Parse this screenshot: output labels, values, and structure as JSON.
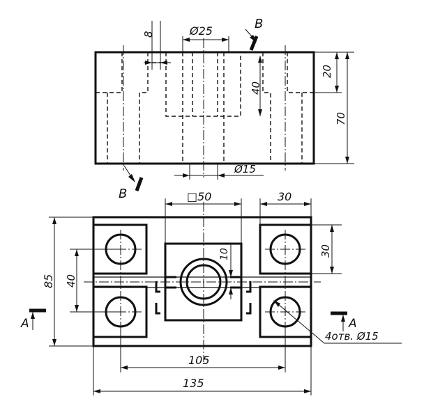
{
  "dimensions": {
    "hole_top_offset": "8",
    "bore_diameter": "Ø25",
    "upper_height": "20",
    "total_height": "70",
    "bore_depth": "40",
    "hole_diameter": "Ø15",
    "square_size": "□50",
    "pad_width": "30",
    "pad_height": "30",
    "slot_width": "10",
    "total_depth": "85",
    "hole_spacing_y": "40",
    "hole_spacing_x": "105",
    "total_width": "135",
    "holes_callout": "4отв. Ø15"
  },
  "section_labels": {
    "b_top": "B",
    "b_bottom": "B",
    "a_left": "A",
    "a_right": "A"
  }
}
